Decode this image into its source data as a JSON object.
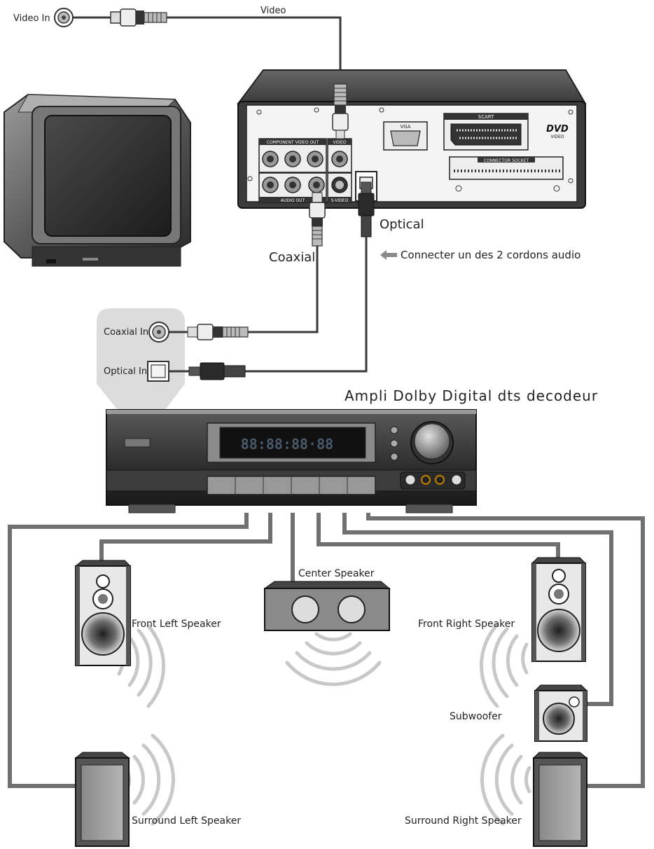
{
  "labels": {
    "video_in": "Video In",
    "video": "Video",
    "optical": "Optical",
    "coaxial": "Coaxial",
    "connect_note": "Connecter un des 2 cordons audio",
    "coaxial_in": "Coaxial In",
    "optical_in": "Optical In",
    "amp_title": "Ampli Dolby Digital dts decodeur",
    "center_speaker": "Center Speaker",
    "front_left": "Front Left Speaker",
    "front_right": "Front Right Speaker",
    "subwoofer": "Subwoofer",
    "surround_left": "Surround Left Speaker",
    "surround_right": "Surround Right Speaker"
  },
  "dvd_panel": {
    "component_video_out": "COMPONENT VIDEO OUT",
    "audio_out": "AUDIO OUT",
    "video_short": "VIDEO",
    "s_video": "S-VIDEO",
    "vga": "VGA",
    "scart": "SCART",
    "connector_socket": "CONNECTOR SOCKET",
    "dvd_logo": "DVD",
    "dvd_logo_sub": "VIDEO"
  },
  "amp_display": "88:88:88·88"
}
